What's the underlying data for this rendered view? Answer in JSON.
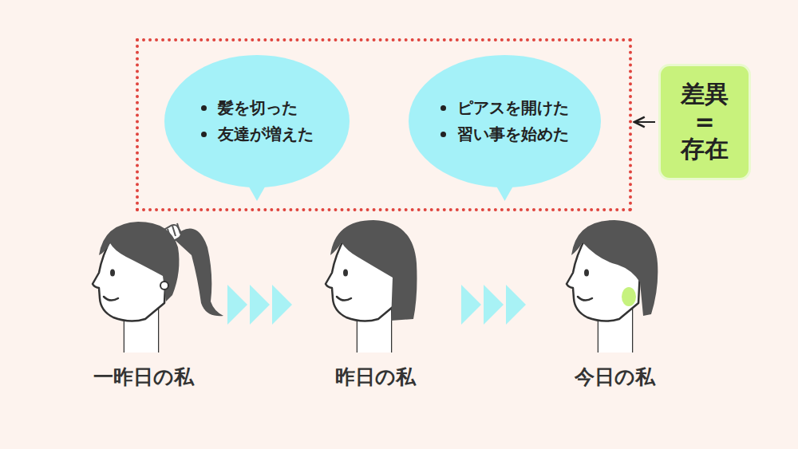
{
  "diagram": {
    "nodes": [
      {
        "text": []
      },
      {
        "text": [
          "髪を切った",
          "友達が増えた"
        ],
        "in": 0
      },
      {
        "text": [
          "ピアスを開けた",
          "習い事を始めた"
        ],
        "in": 0
      },
      {
        "text": [
          "差異",
          "=",
          "存在"
        ]
      }
    ],
    "edges": [
      {
        "from": 3,
        "to": 0,
        "arrow": "to"
      }
    ],
    "labels": [
      "一昨日の私",
      "昨日の私",
      "今日の私"
    ]
  }
}
